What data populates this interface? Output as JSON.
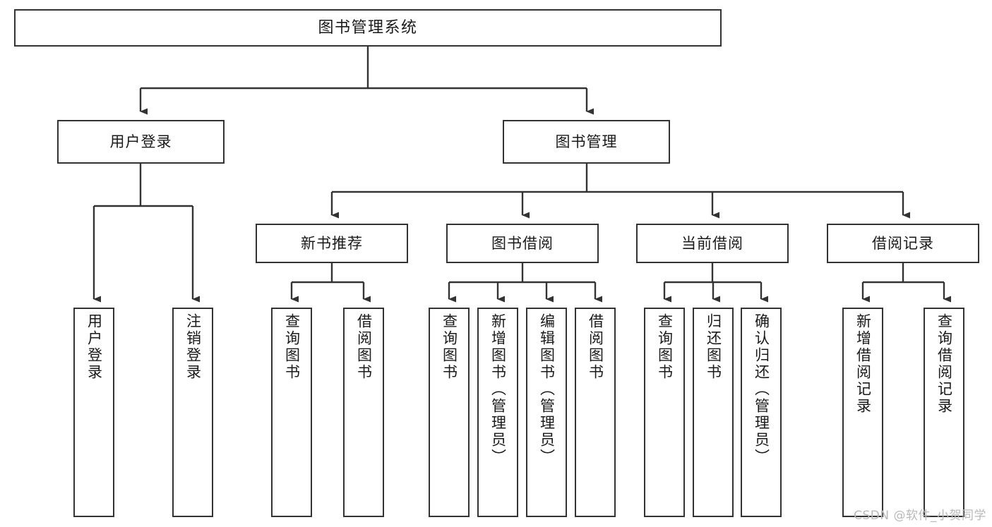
{
  "diagram": {
    "type": "tree-hierarchy-diagram",
    "title": "图书管理系统",
    "orientation": "top-down",
    "colors": {
      "box_border": "#333333",
      "box_fill": "#ffffff",
      "connector": "#333333",
      "text": "#1a1a1a",
      "watermark": "#b9b9b9",
      "background": "#ffffff"
    },
    "nodes": {
      "root": {
        "label": "图书管理系统",
        "level": 0
      },
      "level2": [
        {
          "id": "user-login",
          "label": "用户登录"
        },
        {
          "id": "book-management",
          "label": "图书管理"
        }
      ],
      "level3": [
        {
          "id": "new-book-recommend",
          "label": "新书推荐",
          "parent": "book-management"
        },
        {
          "id": "book-borrow",
          "label": "图书借阅",
          "parent": "book-management"
        },
        {
          "id": "current-borrow",
          "label": "当前借阅",
          "parent": "book-management"
        },
        {
          "id": "borrow-record",
          "label": "借阅记录",
          "parent": "book-management"
        }
      ],
      "leaves": [
        {
          "id": "leaf-user-login",
          "label": "用户登录",
          "parent": "user-login"
        },
        {
          "id": "leaf-logout-login",
          "label": "注销登录",
          "parent": "user-login"
        },
        {
          "id": "leaf-query-books-1",
          "label": "查询图书",
          "parent": "new-book-recommend"
        },
        {
          "id": "leaf-borrow-books-1",
          "label": "借阅图书",
          "parent": "new-book-recommend"
        },
        {
          "id": "leaf-query-books-2",
          "label": "查询图书",
          "parent": "book-borrow"
        },
        {
          "id": "leaf-add-book-admin",
          "label": "新增图书（管理员）",
          "parent": "book-borrow"
        },
        {
          "id": "leaf-edit-book-admin",
          "label": "编辑图书（管理员）",
          "parent": "book-borrow"
        },
        {
          "id": "leaf-borrow-books-2",
          "label": "借阅图书",
          "parent": "book-borrow"
        },
        {
          "id": "leaf-query-books-3",
          "label": "查询图书",
          "parent": "current-borrow"
        },
        {
          "id": "leaf-return-books",
          "label": "归还图书",
          "parent": "current-borrow"
        },
        {
          "id": "leaf-confirm-return-admin",
          "label": "确认归还（管理员）",
          "parent": "current-borrow"
        },
        {
          "id": "leaf-add-borrow-record",
          "label": "新增借阅记录",
          "parent": "borrow-record"
        },
        {
          "id": "leaf-query-borrow-record",
          "label": "查询借阅记录",
          "parent": "borrow-record"
        }
      ]
    },
    "watermark": "CSDN @软件_小贺同学"
  }
}
